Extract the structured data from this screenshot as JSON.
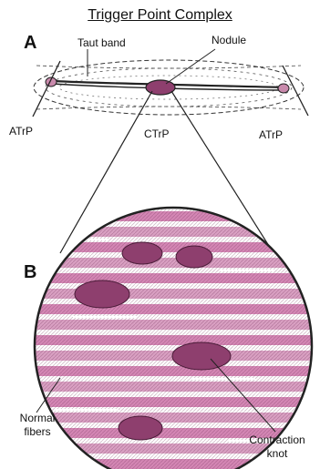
{
  "title": "Trigger Point Complex",
  "panel_a": {
    "letter": "A",
    "taut_band": "Taut band",
    "nodule": "Nodule",
    "atrp_left": "ATrP",
    "ctrp": "CTrP",
    "atrp_right": "ATrP"
  },
  "panel_b": {
    "letter": "B",
    "normal_fibers": [
      "Normal",
      "fibers"
    ],
    "contraction_knot": [
      "Contraction",
      "knot"
    ]
  },
  "colors": {
    "fiber_pink": "#d486b4",
    "knot_purple": "#8e3f6e",
    "line": "#222222"
  }
}
